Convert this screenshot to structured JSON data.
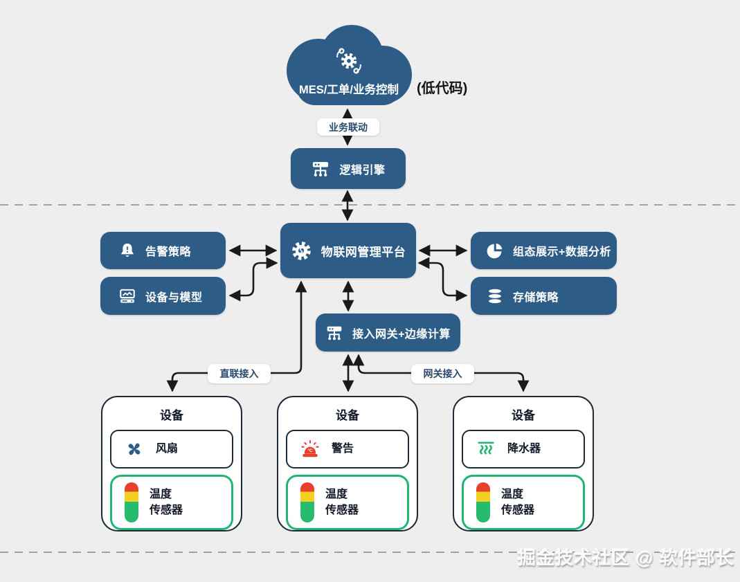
{
  "colors": {
    "background": "#eeeeee",
    "node_blue": "#2d5c87",
    "arrow": "#1a1a1a",
    "green": "#21b573",
    "alarm_red": "#e8402f",
    "traffic_red": "#e8402f",
    "traffic_yellow": "#f3cf1f",
    "traffic_green": "#27bb70"
  },
  "cloud": {
    "label": "MES/工单/业务控制",
    "aside": "(低代码)",
    "icon": "gear-orbit-icon"
  },
  "pills": {
    "business_link": "业务联动",
    "direct_access": "直联接入",
    "gateway_access": "网关接入"
  },
  "nodes": {
    "logic_engine": {
      "label": "逻辑引擎",
      "icon": "hub-icon"
    },
    "platform": {
      "label": "物联网管理平台",
      "icon": "gear-icon"
    },
    "alert_policy": {
      "label": "告警策略",
      "icon": "bell-icon"
    },
    "device_model": {
      "label": "设备与模型",
      "icon": "device-model-icon"
    },
    "dashboard": {
      "label": "组态展示+数据分析",
      "icon": "pie-chart-icon"
    },
    "storage": {
      "label": "存储策略",
      "icon": "database-icon"
    },
    "gateway_edge": {
      "label": "接入网关+边缘计算",
      "icon": "hub-icon"
    }
  },
  "devices": [
    {
      "title": "设备",
      "actuator": "风扇",
      "actuator_icon": "fan-icon",
      "sensor_line1": "温度",
      "sensor_line2": "传感器",
      "sensor_icon": "traffic-light-icon"
    },
    {
      "title": "设备",
      "actuator": "警告",
      "actuator_icon": "alarm-icon",
      "sensor_line1": "温度",
      "sensor_line2": "传感器",
      "sensor_icon": "traffic-light-icon"
    },
    {
      "title": "设备",
      "actuator": "降水器",
      "actuator_icon": "sprinkler-icon",
      "sensor_line1": "温度",
      "sensor_line2": "传感器",
      "sensor_icon": "traffic-light-icon"
    }
  ],
  "watermark": "掘金技术社区 @ 软件部长"
}
